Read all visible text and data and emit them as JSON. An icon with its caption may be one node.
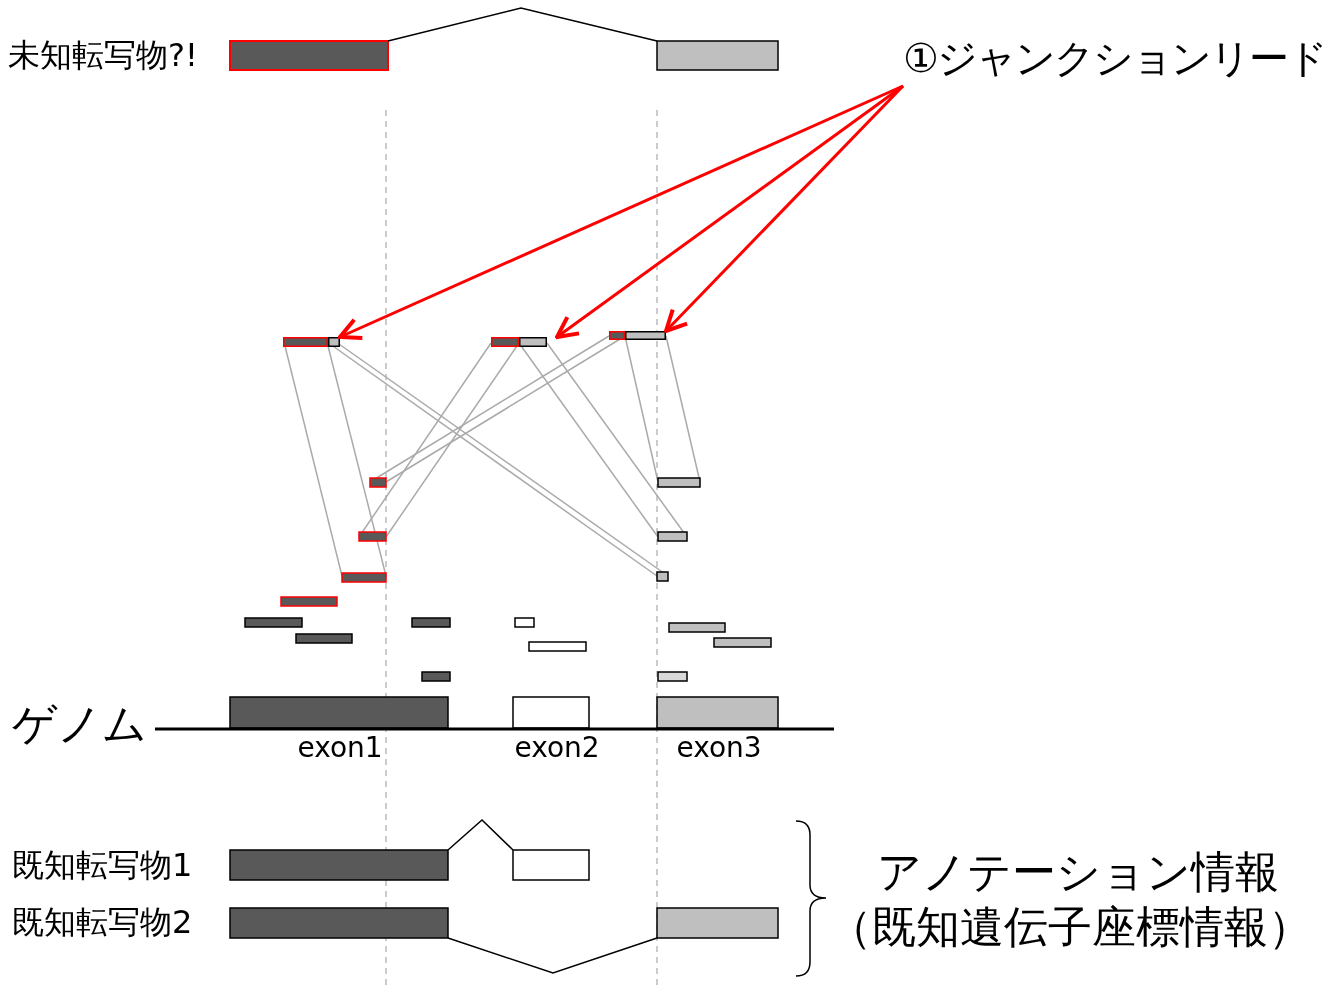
{
  "diagram": {
    "nodes": [
      {
        "text": [
          "①ジャンクションリード"
        ]
      },
      {
        "text": [],
        "shape": "bar"
      },
      {
        "text": [],
        "shape": "bar"
      },
      {
        "text": [],
        "shape": "bar"
      }
    ],
    "edges": [
      {
        "from": 0,
        "to": 1,
        "arrow": "to",
        "color": "#ff0000"
      },
      {
        "from": 0,
        "to": 2,
        "arrow": "to",
        "color": "#ff0000"
      },
      {
        "from": 0,
        "to": 3,
        "arrow": "to",
        "color": "#ff0000"
      }
    ],
    "labels": [
      "未知転写物?!",
      "ゲノム",
      "exon1",
      "exon2",
      "exon3",
      "既知転写物1",
      "既知転写物2",
      "アノテーション情報",
      "（既知遺伝子座標情報）"
    ]
  }
}
